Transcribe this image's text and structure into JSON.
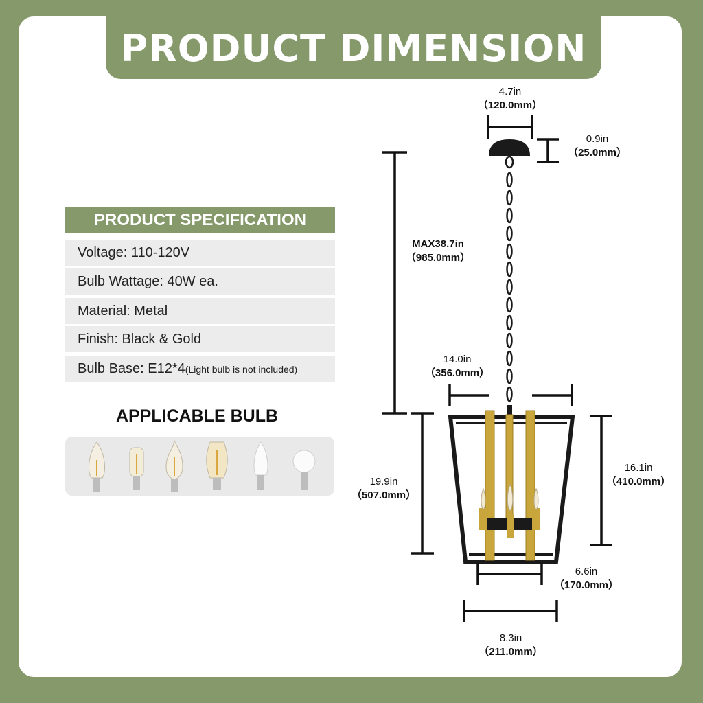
{
  "banner": {
    "title": "PRODUCT DIMENSION"
  },
  "spec": {
    "header": "PRODUCT SPECIFICATION",
    "rows": [
      {
        "text": "Voltage: 110-120V"
      },
      {
        "text": "Bulb Wattage: 40W ea."
      },
      {
        "text": "Material: Metal"
      },
      {
        "text": "Finish: Black & Gold"
      },
      {
        "text": "Bulb Base: E12*4",
        "note": "(Light bulb is not included)"
      }
    ]
  },
  "bulbs": {
    "title": "APPLICABLE BULB",
    "items": [
      "candle-bulb-icon",
      "tubular-bulb-icon",
      "flame-tip-bulb-icon",
      "edison-bulb-icon",
      "frosted-candle-bulb-icon",
      "globe-bulb-icon"
    ]
  },
  "dimensions": {
    "canopy_width": {
      "in": "4.7in",
      "mm": "（120.0mm）"
    },
    "canopy_height": {
      "in": "0.9in",
      "mm": "（25.0mm）"
    },
    "max_height": {
      "in": "MAX38.7in",
      "mm": "（985.0mm）"
    },
    "top_width": {
      "in": "14.0in",
      "mm": "（356.0mm）"
    },
    "body_height": {
      "in": "19.9in",
      "mm": "（507.0mm）"
    },
    "cage_height": {
      "in": "16.1in",
      "mm": "（410.0mm）"
    },
    "bottom_width": {
      "in": "6.6in",
      "mm": "（170.0mm）"
    },
    "base_width": {
      "in": "8.3in",
      "mm": "（211.0mm）"
    }
  },
  "colors": {
    "brand_green": "#85996a",
    "gold": "#c9a63c",
    "black": "#1a1a1a",
    "row_bg": "#ececec"
  }
}
